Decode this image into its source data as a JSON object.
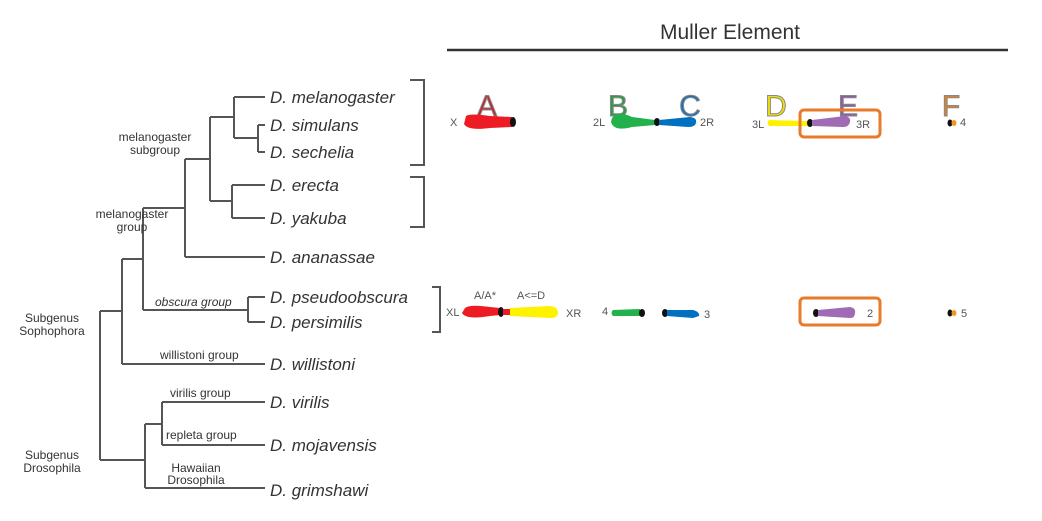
{
  "header": {
    "title": "Muller Element"
  },
  "muller_letters": [
    {
      "letter": "A",
      "color": "#c0272d"
    },
    {
      "letter": "B",
      "color": "#2e9a48"
    },
    {
      "letter": "C",
      "color": "#1f6fb5"
    },
    {
      "letter": "D",
      "color": "#f2e200"
    },
    {
      "letter": "E",
      "color": "#8e5aa8"
    },
    {
      "letter": "F",
      "color": "#d9822b"
    }
  ],
  "species": [
    "D. melanogaster",
    "D. simulans",
    "D. sechelia",
    "D. erecta",
    "D. yakuba",
    "D. ananassae",
    "D. pseudoobscura",
    "D. persimilis",
    "D. willistoni",
    "D. virilis",
    "D. mojavensis",
    "D. grimshawi"
  ],
  "groups": {
    "mel_subgroup": [
      "melanogaster",
      "subgroup"
    ],
    "mel_group": [
      "melanogaster",
      "group"
    ],
    "obscura": "obscura group",
    "willistoni": "willistoni group",
    "virilis": "virilis group",
    "repleta": "repleta group",
    "hawaiian": [
      "Hawaiian",
      "Drosophila"
    ],
    "sophophora": [
      "Subgenus",
      "Sophophora"
    ],
    "drosophila": [
      "Subgenus",
      "Drosophila"
    ]
  },
  "melanogaster_karyotype": {
    "A": "X",
    "B": "2L",
    "C": "2R",
    "D": "3L",
    "E": "3R",
    "F": "4"
  },
  "pseudoobscura_karyotype": {
    "A_left": "XL",
    "A_right": "XR",
    "A_left_note": "A/A*",
    "A_right_note": "A<=D",
    "B": "4",
    "C": "3",
    "E": "2",
    "F": "5"
  },
  "colors": {
    "highlight": "#e87a2a",
    "centromere": "#111111"
  }
}
